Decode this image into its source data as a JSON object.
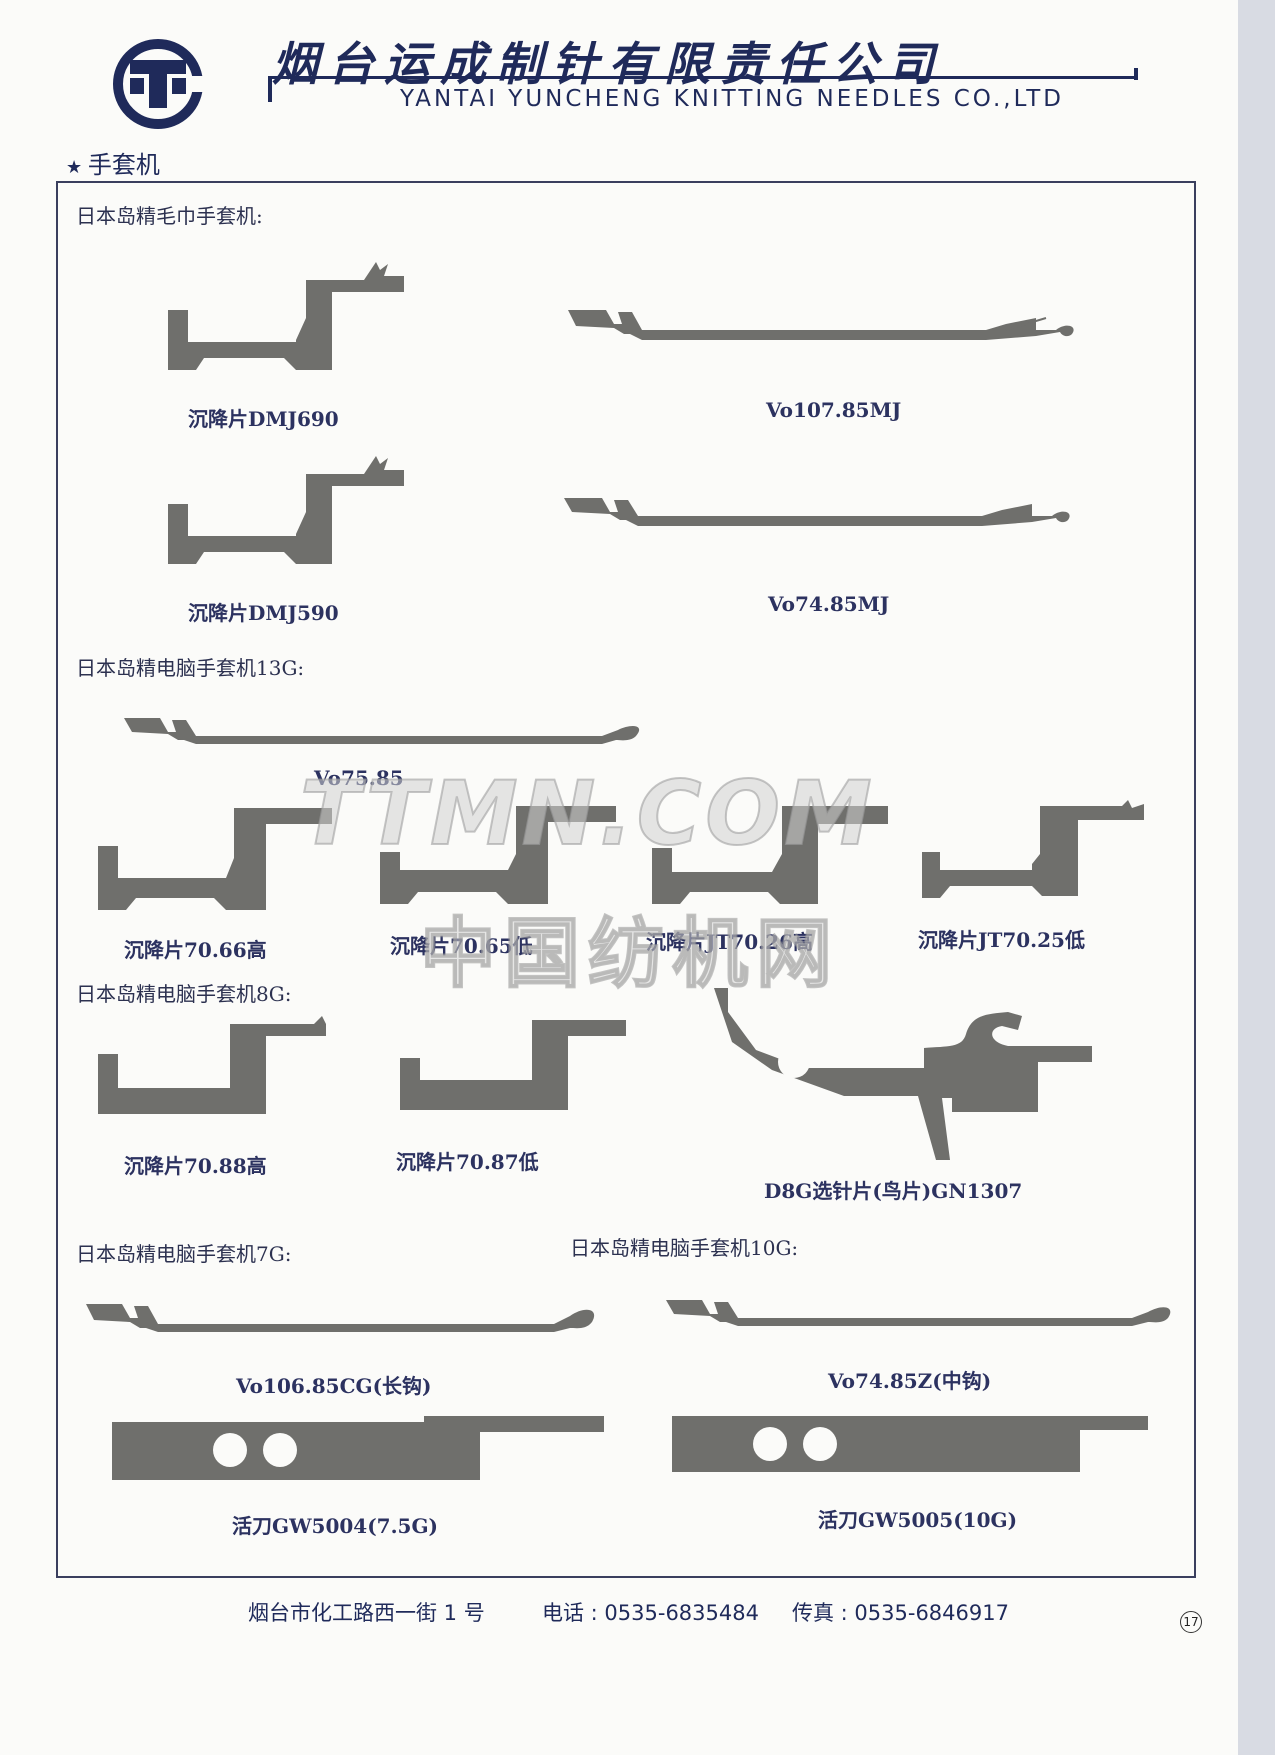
{
  "header": {
    "company_cn": "烟台运成制针有限责任公司",
    "company_en": "YANTAI YUNCHENG KNITTING NEEDLES CO.,LTD",
    "section_title": "手套机"
  },
  "groups": {
    "g1": "日本岛精毛巾手套机:",
    "g2": "日本岛精电脑手套机13G:",
    "g3": "日本岛精电脑手套机8G:",
    "g4": "日本岛精电脑手套机7G:",
    "g5": "日本岛精电脑手套机10G:"
  },
  "parts": {
    "p1": "沉降片DMJ690",
    "p2": "Vo107.85MJ",
    "p3": "沉降片DMJ590",
    "p4": "Vo74.85MJ",
    "p5": "Vo75.85",
    "p6": "沉降片70.66高",
    "p7": "沉降片70.65低",
    "p8": "沉降片JT70.26高",
    "p9": "沉降片JT70.25低",
    "p10": "沉降片70.88高",
    "p11": "沉降片70.87低",
    "p12": "D8G选针片(鸟片)GN1307",
    "p13": "Vo106.85CG(长钩)",
    "p14": "Vo74.85Z(中钩)",
    "p15": "活刀GW5004(7.5G)",
    "p16": "活刀GW5005(10G)"
  },
  "watermark": {
    "en": "TTMN.COM",
    "cn": "中国纺机网"
  },
  "footer": {
    "address": "烟台市化工路西一街 1 号",
    "phone": "电话 : 0535-6835484",
    "fax": "传真 : 0535-6846917",
    "page": "17"
  },
  "colors": {
    "navy": "#1f2a5a",
    "steel": "#6f6f6c"
  }
}
